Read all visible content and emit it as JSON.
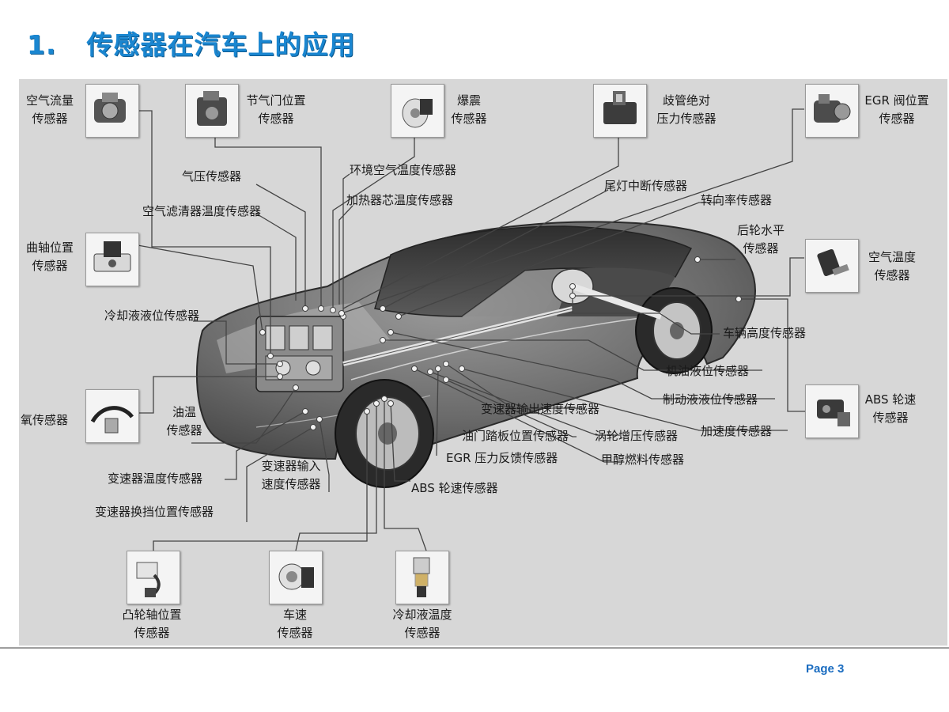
{
  "slide": {
    "number": "1.",
    "title": "传感器在汽车上的应用",
    "page_label": "Page 3"
  },
  "labels": {
    "air_flow": [
      "空气流量",
      "传感器"
    ],
    "throttle_position": [
      "节气门位置",
      "传感器"
    ],
    "knock": [
      "爆震",
      "传感器"
    ],
    "manifold_pressure": [
      "歧管绝对",
      "压力传感器"
    ],
    "egr_valve_position": [
      "EGR 阀位置",
      "传感器"
    ],
    "barometric_pressure": "气压传感器",
    "ambient_air_temp": "环境空气温度传感器",
    "heater_core_temp": "加热器芯温度传感器",
    "air_cleaner_temp": "空气滤清器温度传感器",
    "taillight_failure": "尾灯中断传感器",
    "yaw_rate": "转向率传感器",
    "rear_wheel_level": [
      "后轮水平",
      "传感器"
    ],
    "crankshaft_position": [
      "曲轴位置",
      "传感器"
    ],
    "air_temp": [
      "空气温度",
      "传感器"
    ],
    "coolant_level": "冷却液液位传感器",
    "vehicle_height": "车辆高度传感器",
    "oil_level": "机油液位传感器",
    "brake_fluid_level": "制动液液位传感器",
    "oxygen": "氧传感器",
    "oil_temp": [
      "油温",
      "传感器"
    ],
    "abs_wheel_speed_right": [
      "ABS 轮速",
      "传感器"
    ],
    "trans_output_speed": "变速器输出速度传感器",
    "accel_pedal_position": "油门踏板位置传感器",
    "turbo_boost": "涡轮增压传感器",
    "acceleration": "加速度传感器",
    "egr_pressure_feedback": "EGR 压力反馈传感器",
    "methanol_fuel": "甲醇燃料传感器",
    "trans_temp": "变速器温度传感器",
    "trans_input_speed": [
      "变速器输入",
      "速度传感器"
    ],
    "abs_wheel_speed_center": "ABS 轮速传感器",
    "trans_gear_position": "变速器换挡位置传感器",
    "camshaft_position": [
      "凸轮轴位置",
      "传感器"
    ],
    "vehicle_speed": [
      "车速",
      "传感器"
    ],
    "coolant_temp": [
      "冷却液温度",
      "传感器"
    ]
  },
  "sensor_photos": [
    "air-flow-sensor-photo",
    "throttle-position-sensor-photo",
    "knock-sensor-photo",
    "manifold-pressure-sensor-photo",
    "egr-valve-sensor-photo",
    "crankshaft-sensor-photo",
    "air-temp-sensor-photo",
    "oxygen-sensor-photo",
    "abs-wheel-speed-sensor-photo",
    "camshaft-sensor-photo",
    "vehicle-speed-sensor-photo",
    "coolant-temp-sensor-photo"
  ],
  "colors": {
    "title": "#1a86d0",
    "page_number": "#1a6cc0",
    "panel_background": "#d7d7d7",
    "leader_lines": "#444444"
  }
}
